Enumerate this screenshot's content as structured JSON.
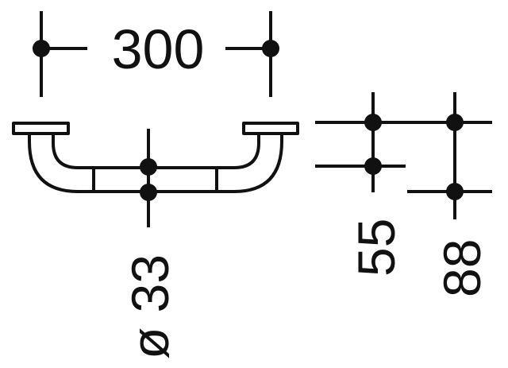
{
  "drawing": {
    "width_label": "300",
    "diameter_label": "ø 33",
    "projection_label": "55",
    "depth_label": "88"
  },
  "colors": {
    "line": "#111111",
    "background": "#ffffff"
  }
}
